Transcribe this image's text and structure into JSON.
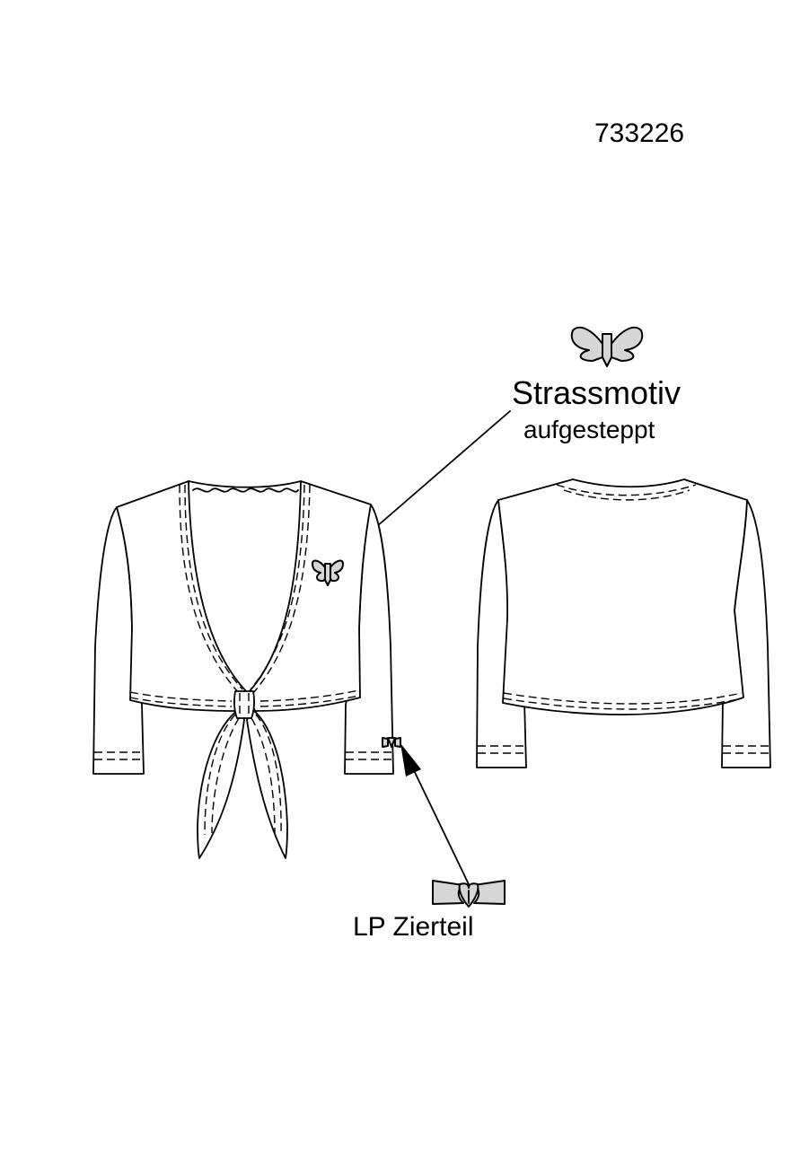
{
  "article_number": "733226",
  "callouts": {
    "rhinestone": {
      "title": "Strassmotiv",
      "subtitle": "aufgesteppt",
      "icon": "butterfly-icon"
    },
    "decoration": {
      "title": "LP Zierteil",
      "icon": "bow-clip-icon"
    }
  },
  "colors": {
    "line": "#000000",
    "ornament_fill": "#d6d6d6",
    "background": "#ffffff"
  }
}
